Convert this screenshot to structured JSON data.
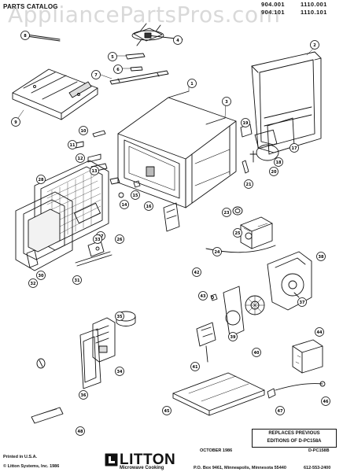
{
  "watermark": "AppliancePartsPros.com",
  "header": {
    "title": "PARTS CATALOG",
    "models_row1": [
      "904.001",
      "1110.001"
    ],
    "models_row2": [
      "904.101",
      "1110.101"
    ]
  },
  "callouts": [
    "1",
    "2",
    "3",
    "4",
    "5",
    "6",
    "7",
    "8",
    "9",
    "10",
    "11",
    "12",
    "13",
    "14",
    "15",
    "16",
    "17",
    "18",
    "19",
    "20",
    "21",
    "23",
    "24",
    "25",
    "26",
    "27",
    "28",
    "30",
    "31",
    "32",
    "33",
    "34",
    "35",
    "36",
    "37",
    "38",
    "39",
    "40",
    "41",
    "42",
    "43",
    "44",
    "45",
    "46",
    "47",
    "48"
  ],
  "footer": {
    "replaces_line1": "REPLACES PREVIOUS",
    "replaces_line2": "EDITIONS OF D-PC158A",
    "date": "OCTOBER 1986",
    "doc_number": "D-PC158B",
    "printed": "Printed in U.S.A.",
    "copyright": "© Litton Systems, Inc. 1986",
    "brand": "LITTON",
    "brand_sub": "Microwave Cooking",
    "address": "P.O. Box 9461, Minneapolis, Minnesota 55440",
    "phone": "612-553-2400"
  }
}
